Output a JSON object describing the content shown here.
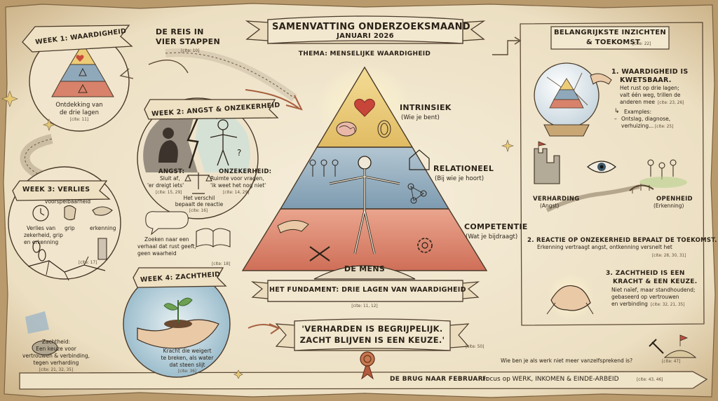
{
  "title": {
    "line1": "SAMENVATTING ONDERZOEKSMAAND",
    "line2": "JANUARI 2026",
    "theme": "THEMA: MENSELIJKE WAARDIGHEID"
  },
  "journey": {
    "heading_l1": "DE REIS IN",
    "heading_l2": "VIER STAPPEN",
    "cite": "[cite: 10]"
  },
  "week1": {
    "banner": "WEEK 1: WAARDIGHEID",
    "caption_l1": "Ontdekking van",
    "caption_l2": "de drie lagen",
    "cite": "[cite: 11]"
  },
  "week2": {
    "banner": "WEEK 2: ANGST & ONZEKERHEID",
    "angst_title": "ANGST:",
    "angst_l1": "Sluit af,",
    "angst_l2": "'er dreigt iets'",
    "angst_cite": "[cite: 15, 29]",
    "onz_title": "ONZEKERHEID:",
    "onz_l1": "Ruimte voor vragen,",
    "onz_l2": "'ik weet het nog niet'",
    "onz_cite": "[cite: 14, 29]",
    "diff_l1": "Het verschil",
    "diff_l2": "bepaalt de reactie",
    "diff_cite": "[cite: 16]"
  },
  "week3": {
    "banner": "WEEK 3: VERLIES",
    "label_top": "voorspelbaarheid",
    "label_grip": "grip",
    "label_erk": "erkenning",
    "caption_l1": "Verlies van",
    "caption_l2": "zekerheid, grip",
    "caption_l3": "en erkenning",
    "cite": "[cite: 17]",
    "side_l1": "Zoeken naar een",
    "side_l2": "verhaal dat rust geeft,",
    "side_l3": "geen waarheid",
    "side_cite": "[cite: 18]"
  },
  "week4": {
    "banner": "WEEK 4: ZACHTHEID",
    "left_l1": "Zachtheid:",
    "left_l2": "Een keuze voor",
    "left_l3": "vertrouwen & verbinding,",
    "left_l4": "tegen verharding",
    "left_cite": "[cite: 21, 32, 35]",
    "right_l1": "Kracht die weigert",
    "right_l2": "te breken, als water",
    "right_l3": "dat steen slijt",
    "right_cite": "[cite: 36]"
  },
  "pyramid": {
    "intrinsiek": "INTRINSIEK",
    "intrinsiek_sub": "(Wie je bent)",
    "relationeel": "RELATIONEEL",
    "relationeel_sub": "(Bij wie je hoort)",
    "competentie": "COMPETENTIE",
    "competentie_sub": "(Wat je bijdraagt)",
    "base": "DE MENS",
    "foundation": "HET FUNDAMENT: DRIE LAGEN VAN WAARDIGHEID",
    "foundation_cite": "[cite: 11, 12]"
  },
  "quote": {
    "line1": "'VERHARDEN IS BEGRIJPELIJK.",
    "line2": "ZACHT BLIJVEN IS EEN KEUZE.'",
    "cite": "[cite: 50]"
  },
  "insights": {
    "heading_l1": "BELANGRIJKSTE INZICHTEN",
    "heading_l2": "& TOEKOMST",
    "heading_cite": "[cite: 22]",
    "i1_l1": "1. WAARDIGHEID IS",
    "i1_l2": "KWETSBAAR.",
    "i1_l3": "Het rust op drie lagen;",
    "i1_l4": "valt één weg, trillen de",
    "i1_l5": "anderen mee",
    "i1_cite": "[cite: 23, 26]",
    "examples_title": "Examples:",
    "examples_l1": "Ontslag, diagnose,",
    "examples_l2": "verhuizing...",
    "examples_cite": "[cite: 25]",
    "verharding_l1": "VERHARDING",
    "verharding_l2": "(Angst)",
    "openheid_l1": "OPENHEID",
    "openheid_l2": "(Erkenning)",
    "i2_l1": "2. REACTIE OP ONZEKERHEID BEPAALT DE TOEKOMST.",
    "i2_l2": "Erkenning vertraagt angst, ontkenning versnelt het",
    "i2_cite": "[cite: 28, 30, 31]",
    "i3_l1": "3. ZACHTHEID IS EEN",
    "i3_l2": "KRACHT & EEN KEUZE.",
    "i3_l3": "Niet naïef, maar standhoudend;",
    "i3_l4": "gebaseerd op vertrouwen",
    "i3_l5": "en verbinding",
    "i3_cite": "[cite: 32, 21, 35]",
    "question": "Wie ben je als werk niet meer vanzelfsprekend is?",
    "question_cite": "[cite: 47]"
  },
  "bridge": {
    "prefix": "DE BRUG NAAR FEBRUARI:",
    "text": "Focus op WERK, INKOMEN & EINDE-ARBEID",
    "cite": "[cite: 43, 46]"
  },
  "colors": {
    "paper": "#efe4cb",
    "ink": "#2b2218",
    "gold": "#e6c874",
    "blue": "#8aa6b8",
    "red": "#d9826a",
    "ribbon": "#e9dcc0"
  }
}
